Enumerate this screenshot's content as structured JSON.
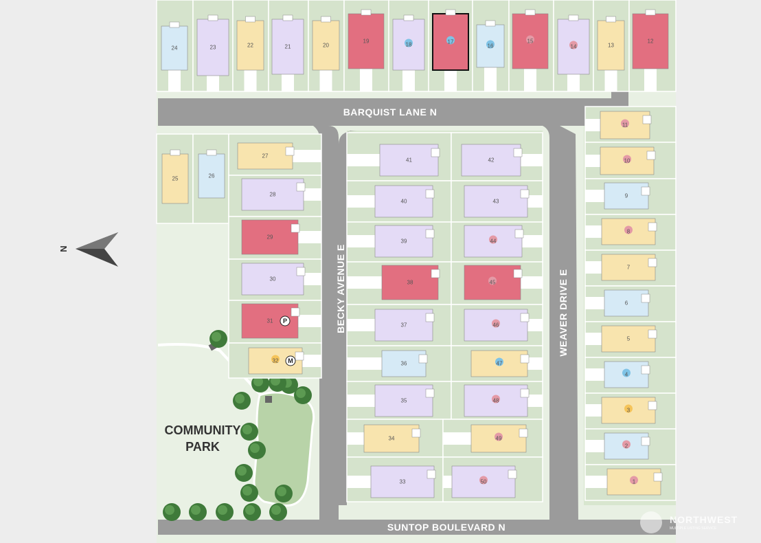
{
  "streets": {
    "barquist": "BARQUIST LANE N",
    "becky": "BECKY AVENUE E",
    "weaver": "WEAVER DRIVE E",
    "suntop": "SUNTOP BOULEVARD N"
  },
  "park": {
    "line1": "COMMUNITY",
    "line2": "PARK"
  },
  "north_label": "N",
  "watermark": {
    "name": "NORTHWEST",
    "sub": "MULTIPLE LISTING SERVICE"
  },
  "markers": {
    "p": "P",
    "m": "M"
  },
  "colors": {
    "pink": "#e26f80",
    "yellow": "#f8e4ae",
    "lavender": "#e4dbf6",
    "blue": "#d6eaf6",
    "road": "#9b9b9b",
    "lawn": "#d5e3cc",
    "highlight_border": "#111111"
  },
  "lots": [
    {
      "num": "24",
      "color": "blue",
      "dot": null
    },
    {
      "num": "23",
      "color": "lavender",
      "dot": null
    },
    {
      "num": "22",
      "color": "yellow",
      "dot": null
    },
    {
      "num": "21",
      "color": "lavender",
      "dot": null
    },
    {
      "num": "20",
      "color": "yellow",
      "dot": null
    },
    {
      "num": "19",
      "color": "pink",
      "dot": null
    },
    {
      "num": "18",
      "color": "lavender",
      "dot": "blue"
    },
    {
      "num": "17",
      "color": "pink",
      "dot": "blue",
      "selected": true
    },
    {
      "num": "16",
      "color": "blue",
      "dot": "blue"
    },
    {
      "num": "15",
      "color": "pink",
      "dot": "pink"
    },
    {
      "num": "14",
      "color": "lavender",
      "dot": "pink"
    },
    {
      "num": "13",
      "color": "yellow",
      "dot": null
    },
    {
      "num": "12",
      "color": "pink",
      "dot": null
    },
    {
      "num": "11",
      "color": "yellow",
      "dot": "pink"
    },
    {
      "num": "10",
      "color": "yellow",
      "dot": "pink"
    },
    {
      "num": "9",
      "color": "blue",
      "dot": null
    },
    {
      "num": "8",
      "color": "yellow",
      "dot": "pink"
    },
    {
      "num": "7",
      "color": "yellow",
      "dot": null
    },
    {
      "num": "6",
      "color": "blue",
      "dot": null
    },
    {
      "num": "5",
      "color": "yellow",
      "dot": null
    },
    {
      "num": "4",
      "color": "blue",
      "dot": "blue"
    },
    {
      "num": "3",
      "color": "yellow",
      "dot": "yellow"
    },
    {
      "num": "2",
      "color": "blue",
      "dot": "pink"
    },
    {
      "num": "1",
      "color": "yellow",
      "dot": "pink"
    },
    {
      "num": "25",
      "color": "yellow",
      "dot": null
    },
    {
      "num": "26",
      "color": "blue",
      "dot": null
    },
    {
      "num": "27",
      "color": "yellow",
      "dot": null
    },
    {
      "num": "28",
      "color": "lavender",
      "dot": null
    },
    {
      "num": "29",
      "color": "pink",
      "dot": null
    },
    {
      "num": "30",
      "color": "lavender",
      "dot": null
    },
    {
      "num": "31",
      "color": "pink",
      "dot": null,
      "marker": "p"
    },
    {
      "num": "32",
      "color": "yellow",
      "dot": "yellow",
      "marker": "m"
    },
    {
      "num": "41",
      "color": "lavender",
      "dot": null
    },
    {
      "num": "40",
      "color": "lavender",
      "dot": null
    },
    {
      "num": "39",
      "color": "lavender",
      "dot": null
    },
    {
      "num": "38",
      "color": "pink",
      "dot": null
    },
    {
      "num": "37",
      "color": "lavender",
      "dot": null
    },
    {
      "num": "36",
      "color": "blue",
      "dot": null
    },
    {
      "num": "35",
      "color": "lavender",
      "dot": null
    },
    {
      "num": "34",
      "color": "yellow",
      "dot": null
    },
    {
      "num": "33",
      "color": "lavender",
      "dot": null
    },
    {
      "num": "42",
      "color": "lavender",
      "dot": null
    },
    {
      "num": "43",
      "color": "lavender",
      "dot": null
    },
    {
      "num": "44",
      "color": "lavender",
      "dot": "pink"
    },
    {
      "num": "45",
      "color": "pink",
      "dot": "pink"
    },
    {
      "num": "46",
      "color": "lavender",
      "dot": "pink"
    },
    {
      "num": "47",
      "color": "yellow",
      "dot": "blue"
    },
    {
      "num": "48",
      "color": "lavender",
      "dot": "pink"
    },
    {
      "num": "49",
      "color": "yellow",
      "dot": "pink"
    },
    {
      "num": "50",
      "color": "lavender",
      "dot": "pink"
    }
  ]
}
